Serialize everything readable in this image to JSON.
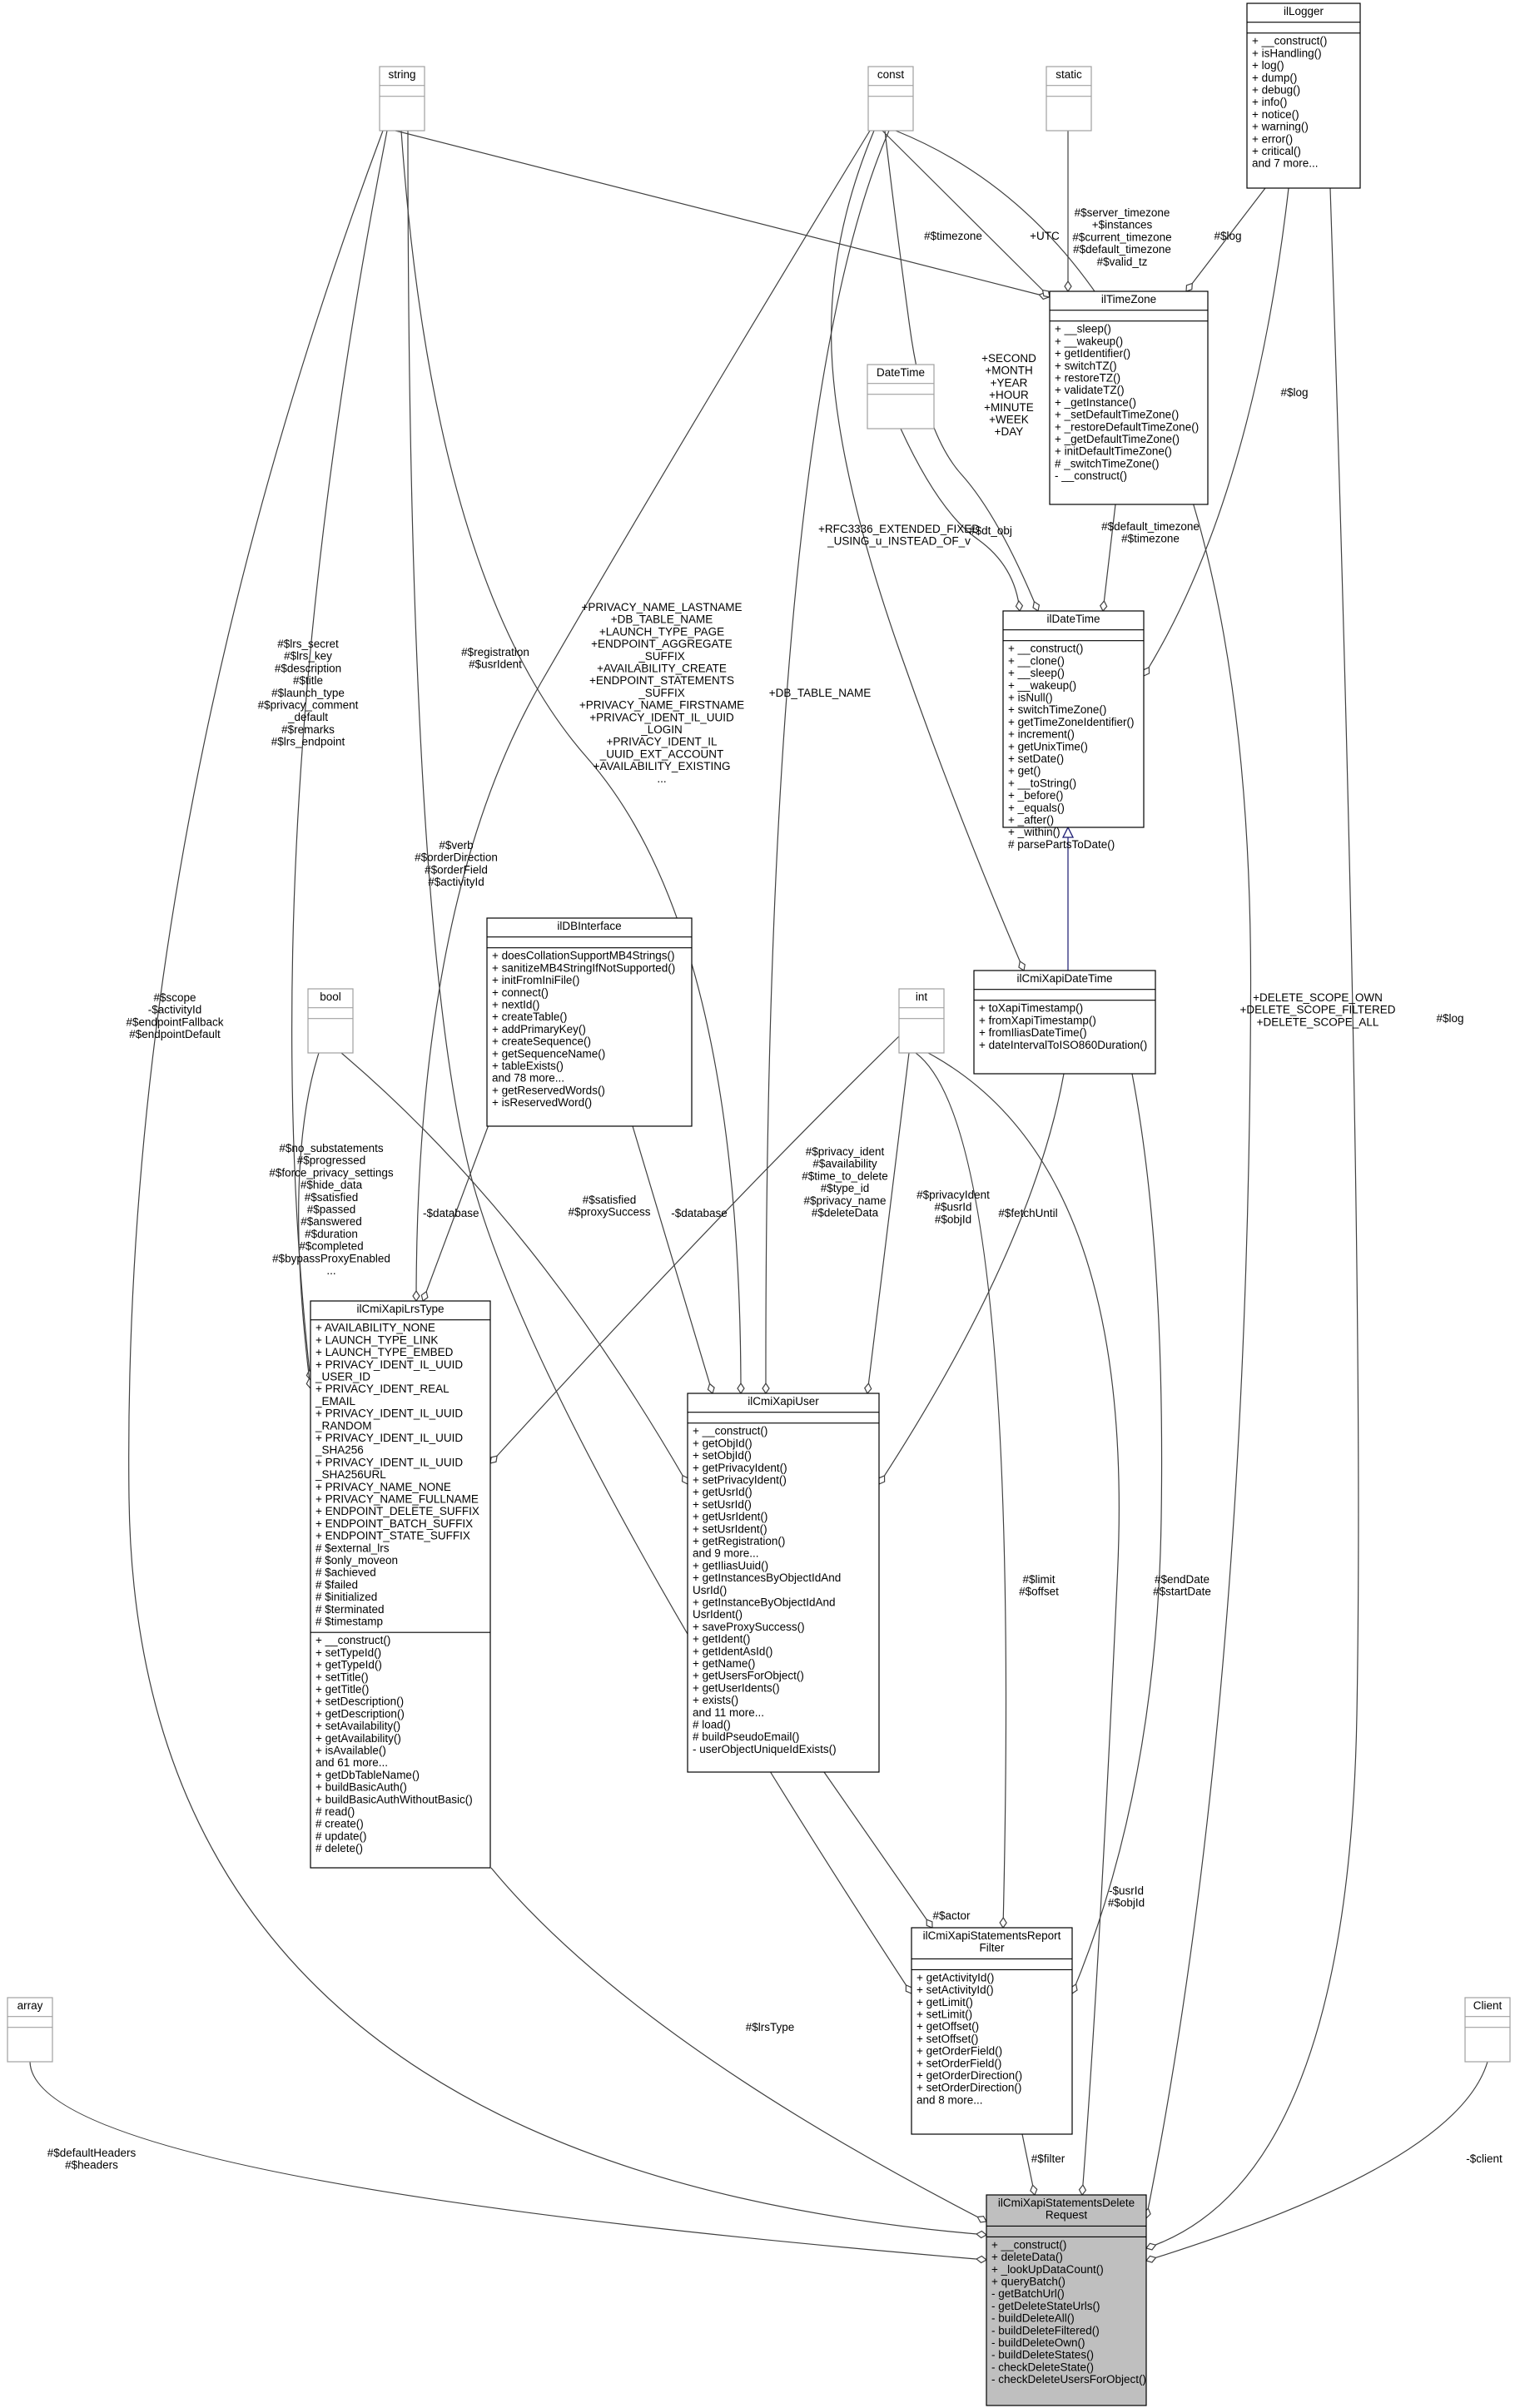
{
  "diagram": {
    "nodes": [
      {
        "id": "string",
        "title": [
          "string"
        ],
        "attributes": [],
        "methods": [],
        "style": "gray"
      },
      {
        "id": "const",
        "title": [
          "const"
        ],
        "attributes": [],
        "methods": [],
        "style": "gray"
      },
      {
        "id": "static",
        "title": [
          "static"
        ],
        "attributes": [],
        "methods": [],
        "style": "gray"
      },
      {
        "id": "ilLogger",
        "title": [
          "ilLogger"
        ],
        "attributes": [],
        "methods": [
          "+ __construct()",
          "+ isHandling()",
          "+ log()",
          "+ dump()",
          "+ debug()",
          "+ info()",
          "+ notice()",
          "+ warning()",
          "+ error()",
          "+ critical()",
          "and 7 more..."
        ],
        "style": "black"
      },
      {
        "id": "ilTimeZone",
        "title": [
          "ilTimeZone"
        ],
        "attributes": [],
        "methods": [
          "+ __sleep()",
          "+ __wakeup()",
          "+ getIdentifier()",
          "+ switchTZ()",
          "+ restoreTZ()",
          "+ validateTZ()",
          "+ _getInstance()",
          "+ _setDefaultTimeZone()",
          "+ _restoreDefaultTimeZone()",
          "+ _getDefaultTimeZone()",
          "+ initDefaultTimeZone()",
          "# _switchTimeZone()",
          "- __construct()"
        ],
        "style": "black"
      },
      {
        "id": "DateTime",
        "title": [
          "DateTime"
        ],
        "attributes": [],
        "methods": [],
        "style": "gray"
      },
      {
        "id": "ilDateTime",
        "title": [
          "ilDateTime"
        ],
        "attributes": [],
        "methods": [
          "+ __construct()",
          "+ __clone()",
          "+ __sleep()",
          "+ __wakeup()",
          "+ isNull()",
          "+ switchTimeZone()",
          "+ getTimeZoneIdentifier()",
          "+ increment()",
          "+ getUnixTime()",
          "+ setDate()",
          "+ get()",
          "+ __toString()",
          "+ _before()",
          "+ _equals()",
          "+ _after()",
          "+ _within()",
          "# parsePartsToDate()"
        ],
        "style": "black"
      },
      {
        "id": "ilDBInterface",
        "title": [
          "ilDBInterface"
        ],
        "attributes": [],
        "methods": [
          "+ doesCollationSupportMB4Strings()",
          "+ sanitizeMB4StringIfNotSupported()",
          "+ initFromIniFile()",
          "+ connect()",
          "+ nextId()",
          "+ createTable()",
          "+ addPrimaryKey()",
          "+ createSequence()",
          "+ getSequenceName()",
          "+ tableExists()",
          "and 78 more...",
          "+ getReservedWords()",
          "+ isReservedWord()"
        ],
        "style": "black"
      },
      {
        "id": "bool",
        "title": [
          "bool"
        ],
        "attributes": [],
        "methods": [],
        "style": "gray"
      },
      {
        "id": "int",
        "title": [
          "int"
        ],
        "attributes": [],
        "methods": [],
        "style": "gray"
      },
      {
        "id": "ilCmiXapiDateTime",
        "title": [
          "ilCmiXapiDateTime"
        ],
        "attributes": [],
        "methods": [
          "+ toXapiTimestamp()",
          "+ fromXapiTimestamp()",
          "+ fromIliasDateTime()",
          "+ dateIntervalToISO860Duration()"
        ],
        "style": "black"
      },
      {
        "id": "ilCmiXapiLrsType",
        "title": [
          "ilCmiXapiLrsType"
        ],
        "attributes": [
          "+ AVAILABILITY_NONE",
          "+ LAUNCH_TYPE_LINK",
          "+ LAUNCH_TYPE_EMBED",
          "+ PRIVACY_IDENT_IL_UUID",
          "  _USER_ID",
          "+ PRIVACY_IDENT_REAL",
          "  _EMAIL",
          "+ PRIVACY_IDENT_IL_UUID",
          "  _RANDOM",
          "+ PRIVACY_IDENT_IL_UUID",
          "  _SHA256",
          "+ PRIVACY_IDENT_IL_UUID",
          "  _SHA256URL",
          "+ PRIVACY_NAME_NONE",
          "+ PRIVACY_NAME_FULLNAME",
          "+ ENDPOINT_DELETE_SUFFIX",
          "+ ENDPOINT_BATCH_SUFFIX",
          "+ ENDPOINT_STATE_SUFFIX",
          "# $external_lrs",
          "# $only_moveon",
          "# $achieved",
          "# $failed",
          "# $initialized",
          "# $terminated",
          "# $timestamp"
        ],
        "methods": [
          "+ __construct()",
          "+ setTypeId()",
          "+ getTypeId()",
          "+ setTitle()",
          "+ getTitle()",
          "+ setDescription()",
          "+ getDescription()",
          "+ setAvailability()",
          "+ getAvailability()",
          "+ isAvailable()",
          "and 61 more...",
          "+ getDbTableName()",
          "+ buildBasicAuth()",
          "+ buildBasicAuthWithoutBasic()",
          "# read()",
          "# create()",
          "# update()",
          "# delete()"
        ],
        "style": "black"
      },
      {
        "id": "ilCmiXapiUser",
        "title": [
          "ilCmiXapiUser"
        ],
        "attributes": [],
        "methods": [
          "+ __construct()",
          "+ getObjId()",
          "+ setObjId()",
          "+ getPrivacyIdent()",
          "+ setPrivacyIdent()",
          "+ getUsrId()",
          "+ setUsrId()",
          "+ getUsrIdent()",
          "+ setUsrIdent()",
          "+ getRegistration()",
          "and 9 more...",
          "+ getIliasUuid()",
          "+ getInstancesByObjectIdAnd",
          "  UsrId()",
          "+ getInstanceByObjectIdAnd",
          "  UsrIdent()",
          "+ saveProxySuccess()",
          "+ getIdent()",
          "+ getIdentAsId()",
          "+ getName()",
          "+ getUsersForObject()",
          "+ getUserIdents()",
          "+ exists()",
          "and 11 more...",
          "# load()",
          "# buildPseudoEmail()",
          "- userObjectUniqueIdExists()"
        ],
        "style": "black"
      },
      {
        "id": "array",
        "title": [
          "array"
        ],
        "attributes": [],
        "methods": [],
        "style": "gray"
      },
      {
        "id": "Filter",
        "title": [
          "ilCmiXapiStatementsReport",
          "Filter"
        ],
        "attributes": [],
        "methods": [
          "+ getActivityId()",
          "+ setActivityId()",
          "+ getLimit()",
          "+ setLimit()",
          "+ getOffset()",
          "+ setOffset()",
          "+ getOrderField()",
          "+ setOrderField()",
          "+ getOrderDirection()",
          "+ setOrderDirection()",
          "and 8 more..."
        ],
        "style": "black"
      },
      {
        "id": "Client",
        "title": [
          "Client"
        ],
        "attributes": [],
        "methods": [],
        "style": "gray"
      },
      {
        "id": "DeleteRequest",
        "title": [
          "ilCmiXapiStatementsDelete",
          "Request"
        ],
        "attributes": [],
        "methods": [
          "+ __construct()",
          "+ deleteData()",
          "+ _lookUpDataCount()",
          "+ queryBatch()",
          "- getBatchUrl()",
          "- getDeleteStateUrls()",
          "- buildDeleteAll()",
          "- buildDeleteFiltered()",
          "- buildDeleteOwn()",
          "- buildDeleteStates()",
          "- checkDeleteState()",
          "- checkDeleteUsersForObject()"
        ],
        "style": "focus"
      }
    ],
    "edge_labels": [
      {
        "id": "lbl-timezone",
        "lines": [
          "#$timezone"
        ]
      },
      {
        "id": "lbl-utc",
        "lines": [
          "+UTC"
        ]
      },
      {
        "id": "lbl-tz-statics",
        "lines": [
          "#$server_timezone",
          "+$instances",
          "#$current_timezone",
          "#$default_timezone",
          "#$valid_tz"
        ]
      },
      {
        "id": "lbl-log-tz",
        "lines": [
          "#$log"
        ]
      },
      {
        "id": "lbl-time-units",
        "lines": [
          "+SECOND",
          "+MONTH",
          "+YEAR",
          "+HOUR",
          "+MINUTE",
          "+WEEK",
          "+DAY"
        ]
      },
      {
        "id": "lbl-log-dt",
        "lines": [
          "#$log"
        ]
      },
      {
        "id": "lbl-rfc",
        "lines": [
          "+RFC3336_EXTENDED_FIXED",
          "_USING_u_INSTEAD_OF_v"
        ]
      },
      {
        "id": "lbl-dt-obj",
        "lines": [
          "#$dt_obj"
        ]
      },
      {
        "id": "lbl-default-tz",
        "lines": [
          "#$default_timezone",
          "#$timezone"
        ]
      },
      {
        "id": "lbl-lrs-strings",
        "lines": [
          "#$lrs_secret",
          "#$lrs_key",
          "#$description",
          "#$title",
          "#$launch_type",
          "#$privacy_comment",
          "_default",
          "#$remarks",
          "#$lrs_endpoint"
        ]
      },
      {
        "id": "lbl-lrs-consts",
        "lines": [
          "+PRIVACY_NAME_LASTNAME",
          "+DB_TABLE_NAME",
          "+LAUNCH_TYPE_PAGE",
          "+ENDPOINT_AGGREGATE",
          "_SUFFIX",
          "+AVAILABILITY_CREATE",
          "+ENDPOINT_STATEMENTS",
          "_SUFFIX",
          "+PRIVACY_NAME_FIRSTNAME",
          "+PRIVACY_IDENT_IL_UUID",
          "_LOGIN",
          "+PRIVACY_IDENT_IL",
          "_UUID_EXT_ACCOUNT",
          "+AVAILABILITY_EXISTING",
          "..."
        ]
      },
      {
        "id": "lbl-registration",
        "lines": [
          "#$registration",
          "#$usrIdent"
        ]
      },
      {
        "id": "lbl-db-table",
        "lines": [
          "+DB_TABLE_NAME"
        ]
      },
      {
        "id": "lbl-filter-strings",
        "lines": [
          "#$verb",
          "#$orderDirection",
          "#$orderField",
          "#$activityId"
        ]
      },
      {
        "id": "lbl-scope",
        "lines": [
          "#$scope",
          "-$activityId",
          "#$endpointFallback",
          "#$endpointDefault"
        ]
      },
      {
        "id": "lbl-delete-scope",
        "lines": [
          "+DELETE_SCOPE_OWN",
          "+DELETE_SCOPE_FILTERED",
          "+DELETE_SCOPE_ALL"
        ]
      },
      {
        "id": "lbl-log-req",
        "lines": [
          "#$log"
        ]
      },
      {
        "id": "lbl-bools",
        "lines": [
          "#$no_substatements",
          "#$progressed",
          "#$force_privacy_settings",
          "#$hide_data",
          "#$satisfied",
          "#$passed",
          "#$answered",
          "#$duration",
          "#$completed",
          "#$bypassProxyEnabled",
          "..."
        ]
      },
      {
        "id": "lbl-db-lrs",
        "lines": [
          "-$database"
        ]
      },
      {
        "id": "lbl-satisfied",
        "lines": [
          "#$satisfied",
          "#$proxySuccess"
        ]
      },
      {
        "id": "lbl-db-user",
        "lines": [
          "-$database"
        ]
      },
      {
        "id": "lbl-ints-lrs",
        "lines": [
          "#$privacy_ident",
          "#$availability",
          "#$time_to_delete",
          "#$type_id",
          "#$privacy_name",
          "#$deleteData"
        ]
      },
      {
        "id": "lbl-ints-user",
        "lines": [
          "#$privacyIdent",
          "#$usrId",
          "#$objId"
        ]
      },
      {
        "id": "lbl-fetch",
        "lines": [
          "#$fetchUntil"
        ]
      },
      {
        "id": "lbl-limit",
        "lines": [
          "#$limit",
          "#$offset"
        ]
      },
      {
        "id": "lbl-dates",
        "lines": [
          "#$endDate",
          "#$startDate"
        ]
      },
      {
        "id": "lbl-actor",
        "lines": [
          "#$actor"
        ]
      },
      {
        "id": "lbl-usr",
        "lines": [
          "-$usrId",
          "#$objId"
        ]
      },
      {
        "id": "lbl-lrstype",
        "lines": [
          "#$lrsType"
        ]
      },
      {
        "id": "lbl-headers",
        "lines": [
          "#$defaultHeaders",
          "#$headers"
        ]
      },
      {
        "id": "lbl-filter",
        "lines": [
          "#$filter"
        ]
      },
      {
        "id": "lbl-client",
        "lines": [
          "-$client"
        ]
      }
    ],
    "colors": {
      "edge": "#404040",
      "inheritance": "#191970",
      "gray_border": "#a0a0a0",
      "focus_fill": "#bfbfbf"
    }
  }
}
